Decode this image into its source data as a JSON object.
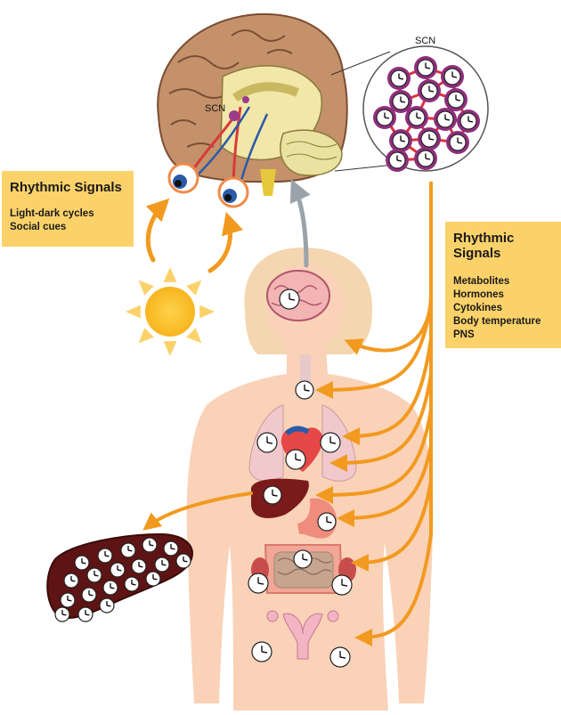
{
  "scn_brain_label": "SCN",
  "scn_zoom_label": "SCN",
  "left_signals": {
    "title": "Rhythmic Signals",
    "items": [
      "Light-dark cycles",
      "Social cues"
    ]
  },
  "right_signals": {
    "title": "Rhythmic Signals",
    "items": [
      "Metabolites",
      "Hormones",
      "Cytokines",
      "Body temperature",
      "PNS"
    ]
  },
  "colors": {
    "arrow_orange": "#f29a1f",
    "arrow_gray": "#9aa3ab",
    "signal_box": "#fbd26a",
    "skin": "#f9d2b8",
    "brain": "#c4916b",
    "scn_cell_ring": "#8e2f7c",
    "liver": "#7a1a1a"
  }
}
